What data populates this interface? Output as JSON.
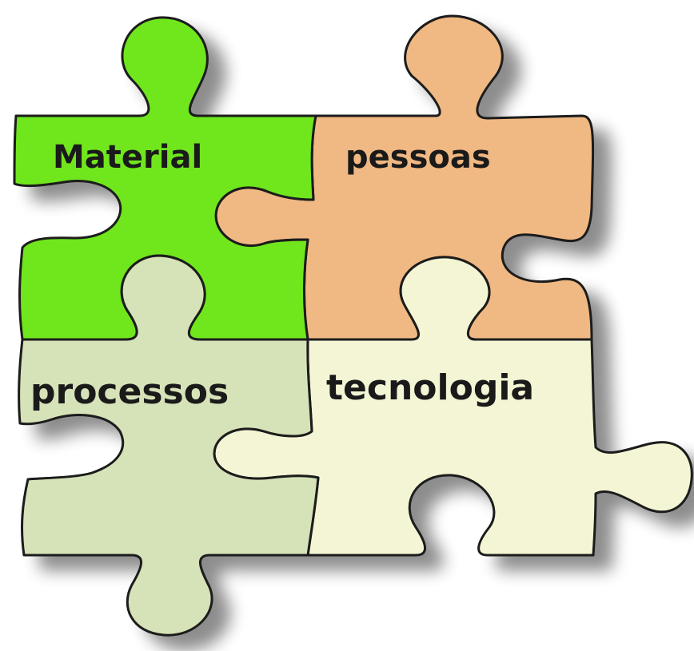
{
  "pieces": [
    {
      "id": "material",
      "label": "Material",
      "color": "#6fe61e"
    },
    {
      "id": "pessoas",
      "label": "pessoas",
      "color": "#f0b882"
    },
    {
      "id": "processos",
      "label": "processos",
      "color": "#d6e2b8"
    },
    {
      "id": "tecnologia",
      "label": "tecnologia",
      "color": "#f4f5d4"
    }
  ]
}
